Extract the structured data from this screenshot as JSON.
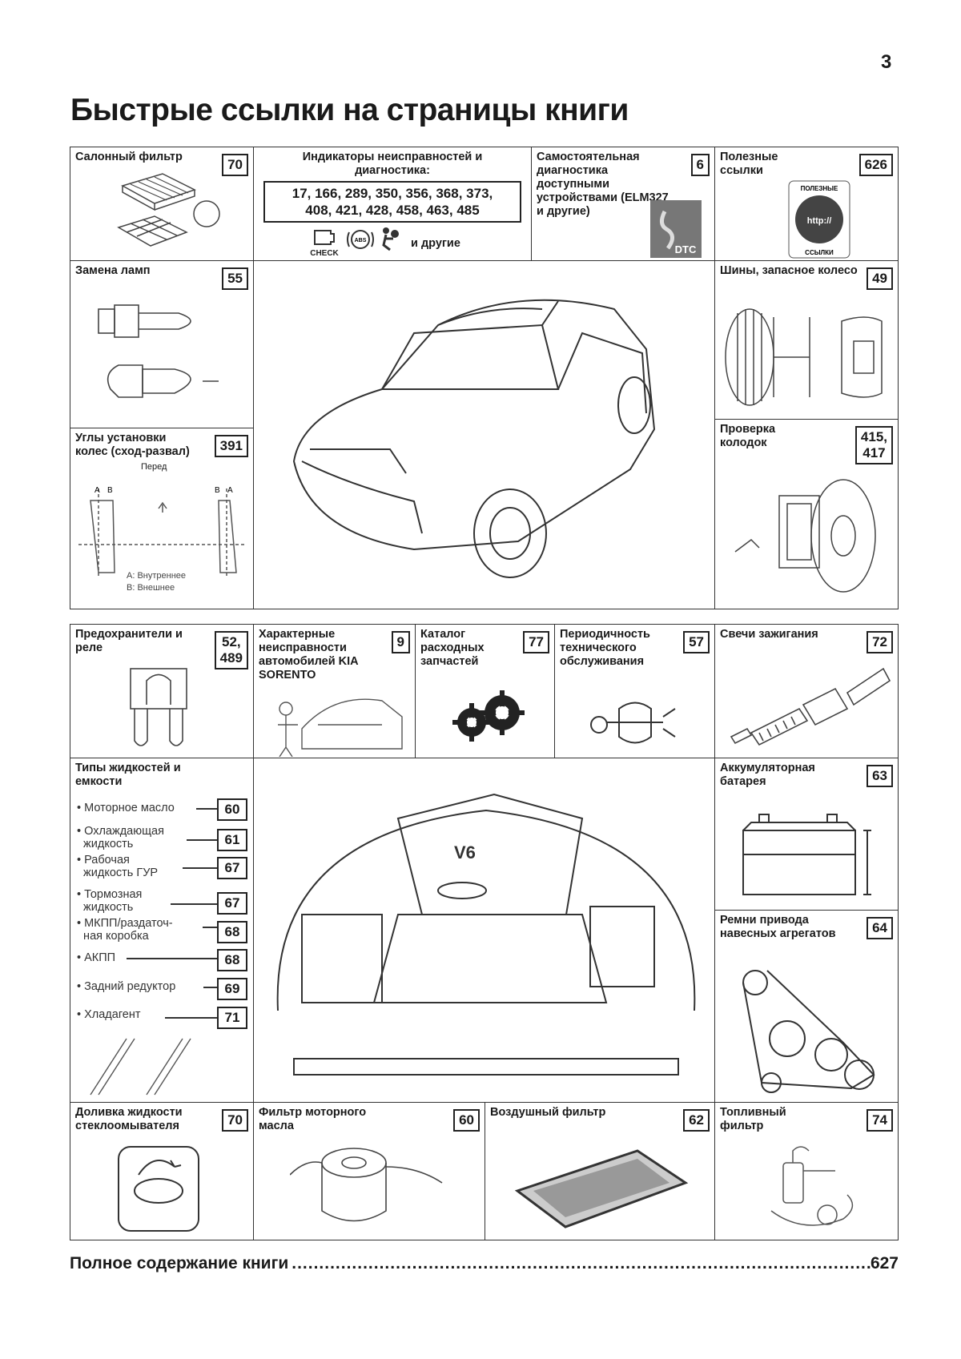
{
  "page_number": "3",
  "title": "Быстрые ссылки на страницы книги",
  "top_row": {
    "cabin_filter": {
      "label": "Салонный фильтр",
      "page": "70"
    },
    "indicators": {
      "label": "Индикаторы неисправностей и диагностика:",
      "codes_line1": "17, 166, 289, 350, 356, 368, 373,",
      "codes_line2": "408, 421, 428, 458, 463, 485",
      "icons": [
        "check-engine-icon",
        "abs-icon",
        "airbag-icon"
      ],
      "check_text": "CHECK",
      "abs_text": "ABS",
      "others": "и другие"
    },
    "self_diagnostics": {
      "label": "Самостоятельная диагностика доступными устройствами (ELM327 и другие)",
      "page": "6",
      "logo_text": "DTC"
    },
    "useful_links": {
      "label": "Полезные ссылки",
      "page": "626",
      "logo_text_top": "ПОЛЕЗНЫЕ",
      "logo_text_mid": "http://",
      "logo_text_bottom": "ССЫЛКИ"
    }
  },
  "middle": {
    "lamps": {
      "label": "Замена ламп",
      "page": "55"
    },
    "alignment": {
      "label": "Углы установки колес (сход-развал)",
      "page": "391",
      "front": "Перед",
      "legend_a": "A: Внутреннее",
      "legend_b": "B: Внешнее",
      "a": "A",
      "b": "B"
    },
    "tires": {
      "label": "Шины, запасное колесо",
      "page": "49"
    },
    "brake_pads": {
      "label": "Проверка колодок",
      "page": "415,\n417"
    }
  },
  "second_row": {
    "fuses": {
      "label": "Предохранители и реле",
      "page": "52,\n489"
    },
    "faults": {
      "label": "Характерные неисправности автомобилей KIA SORENTO",
      "page": "9"
    },
    "catalog": {
      "label": "Каталог расходных запчастей",
      "page": "77"
    },
    "maintenance": {
      "label": "Периодичность технического обслуживания",
      "page": "57"
    },
    "spark_plugs": {
      "label": "Свечи зажигания",
      "page": "72"
    }
  },
  "fluids": {
    "label": "Типы жидкостей и емкости",
    "items": [
      {
        "label": "• Моторное масло",
        "page": "60"
      },
      {
        "label": "• Охлаждающая\n  жидкость",
        "page": "61"
      },
      {
        "label": "• Рабочая\n  жидкость ГУР",
        "page": "67"
      },
      {
        "label": "• Тормозная\n  жидкость",
        "page": "67"
      },
      {
        "label": "• МКПП/раздаточ-\n  ная коробка",
        "page": "68"
      },
      {
        "label": "• АКПП",
        "page": "68"
      },
      {
        "label": "• Задний редуктор",
        "page": "69"
      },
      {
        "label": "• Хладагент",
        "page": "71"
      }
    ]
  },
  "right_lower": {
    "battery": {
      "label": "Аккумуляторная батарея",
      "page": "63"
    },
    "belts": {
      "label": "Ремни привода навесных агрегатов",
      "page": "64"
    }
  },
  "bottom_row": {
    "washer": {
      "label": "Доливка жидкости стеклоомывателя",
      "page": "70"
    },
    "oil_filter": {
      "label": "Фильтр моторного масла",
      "page": "60"
    },
    "air_filter": {
      "label": "Воздушный фильтр",
      "page": "62"
    },
    "fuel_filter": {
      "label": "Топливный фильтр",
      "page": "74"
    }
  },
  "engine_badge": "V6",
  "footer": {
    "label": "Полное содержание книги",
    "dots": "............................................................................................................",
    "page": "627"
  }
}
